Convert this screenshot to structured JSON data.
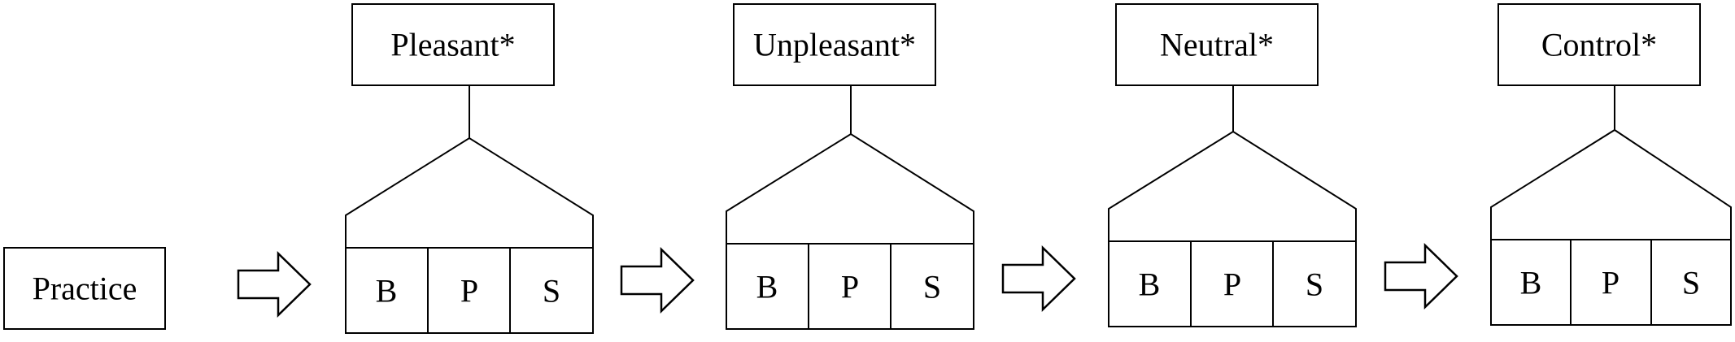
{
  "practice": {
    "label": "Practice"
  },
  "blocks": [
    {
      "title": "Pleasant*",
      "cells": [
        "B",
        "P",
        "S"
      ]
    },
    {
      "title": "Unpleasant*",
      "cells": [
        "B",
        "P",
        "S"
      ]
    },
    {
      "title": "Neutral*",
      "cells": [
        "B",
        "P",
        "S"
      ]
    },
    {
      "title": "Control*",
      "cells": [
        "B",
        "P",
        "S"
      ]
    }
  ],
  "arrow_icon": "right-block-arrow"
}
